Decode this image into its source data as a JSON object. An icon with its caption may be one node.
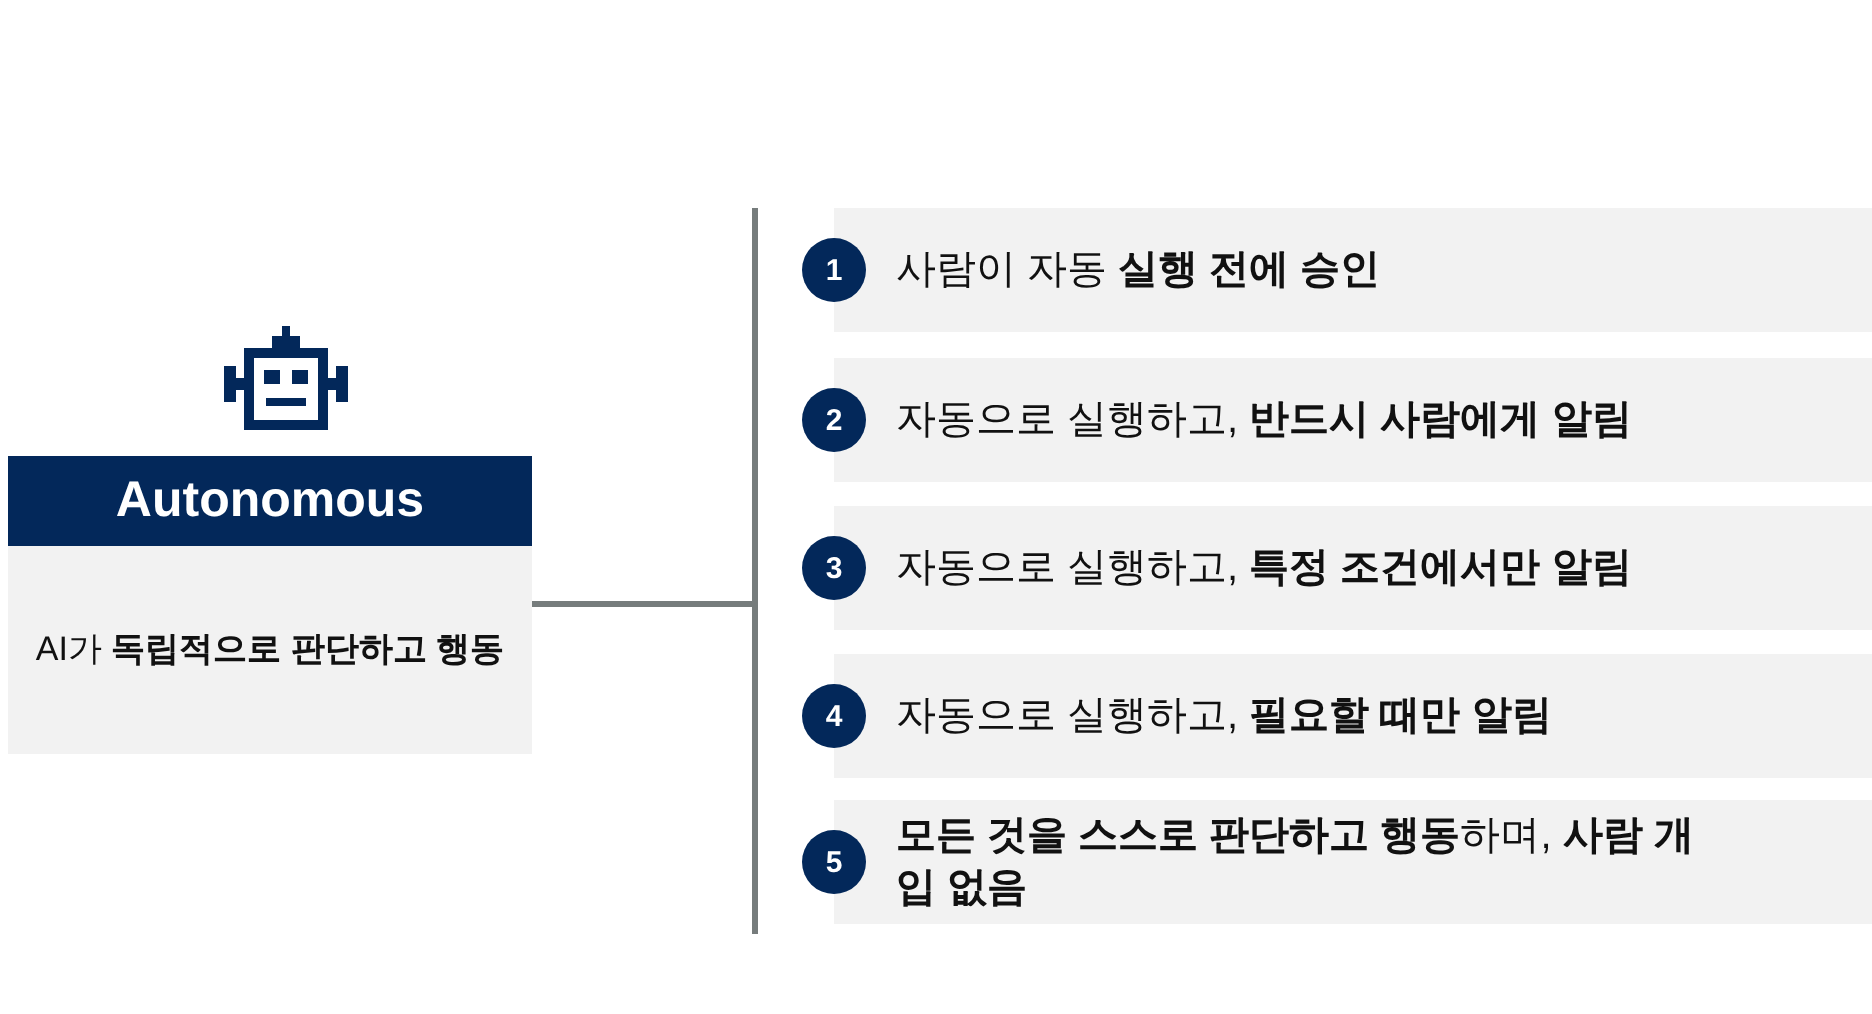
{
  "diagram": {
    "nodes": [
      {
        "text": [
          "Autonomous",
          "AI가 **독립적으로 판단하고 행동**"
        ]
      },
      {
        "text": [],
        "shape": "bar"
      },
      {
        "text": [
          "1",
          "사람이 자동 **실행 전에 승인**"
        ]
      },
      {
        "text": [
          "2",
          "자동으로 실행하고, **반드시 사람에게 알림**"
        ]
      },
      {
        "text": [
          "3",
          "자동으로 실행하고, **특정 조건에서만 알림**"
        ]
      },
      {
        "text": [
          "4",
          "자동으로 실행하고, **필요할 때만 알림**"
        ]
      },
      {
        "text": [
          "5",
          "**모든 것을 스스로 판단하고 행동**하며, **사람 개입 없음**"
        ]
      }
    ],
    "edges": [
      {
        "from": 0,
        "to": 1,
        "arrow": "none"
      }
    ]
  }
}
